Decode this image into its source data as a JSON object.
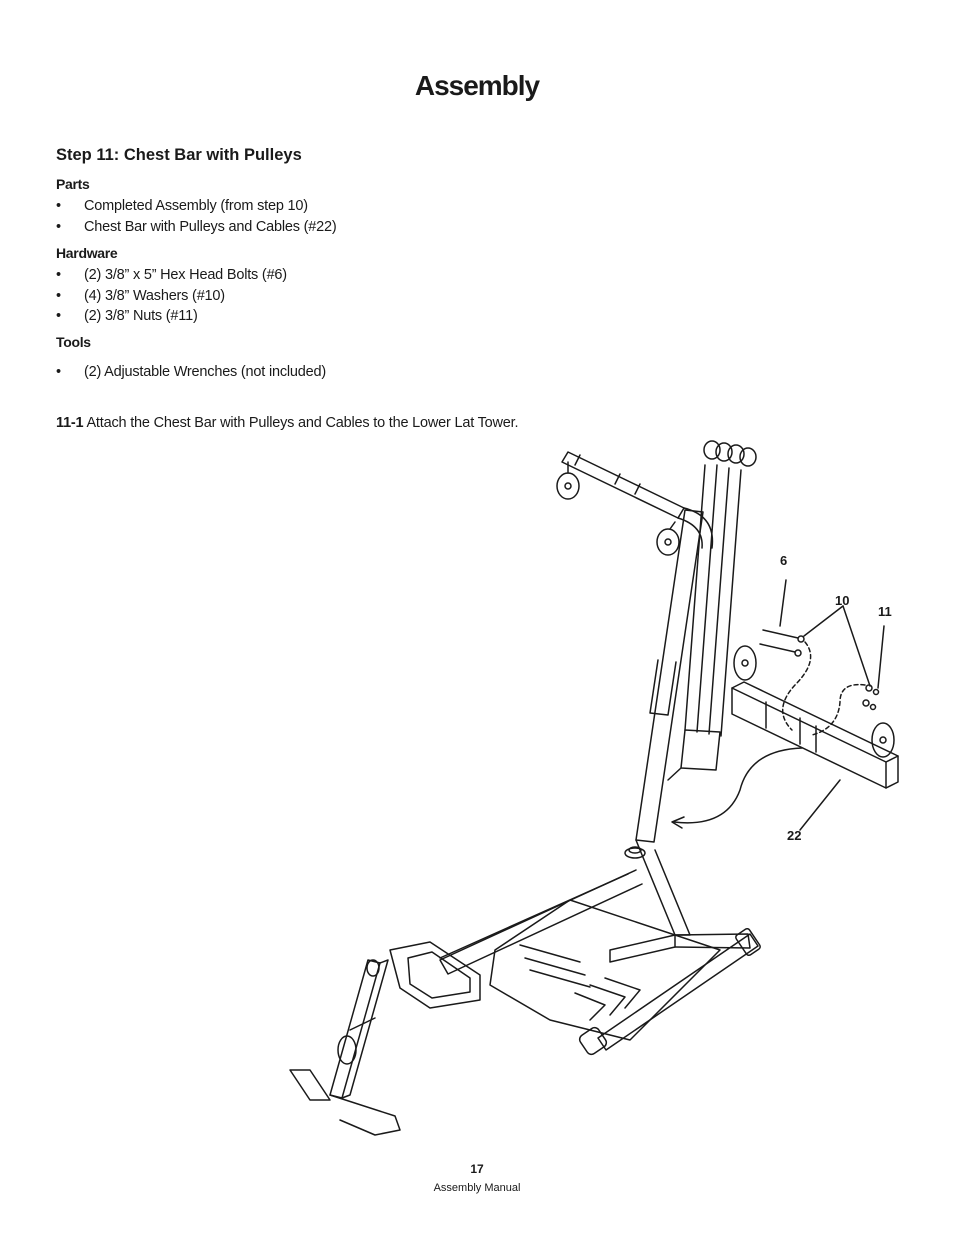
{
  "page": {
    "title": "Assembly",
    "step_title": "Step 11: Chest Bar with Pulleys",
    "page_number": "17",
    "footer_label": "Assembly Manual"
  },
  "parts": {
    "heading": "Parts",
    "items": [
      "Completed Assembly (from step 10)",
      "Chest Bar with Pulleys and Cables (#22)"
    ]
  },
  "hardware": {
    "heading": "Hardware",
    "items": [
      "(2) 3/8” x 5” Hex Head Bolts (#6)",
      "(4) 3/8” Washers (#10)",
      "(2) 3/8” Nuts (#11)"
    ]
  },
  "tools": {
    "heading": "Tools",
    "items": [
      "(2) Adjustable Wrenches (not included)"
    ]
  },
  "instruction": {
    "step_number": "11-1",
    "text": "Attach the Chest Bar with Pulleys and Cables to the Lower Lat Tower."
  },
  "diagram": {
    "callouts": {
      "bolt": "6",
      "washer": "10",
      "nut": "11",
      "chest_bar": "22"
    }
  }
}
